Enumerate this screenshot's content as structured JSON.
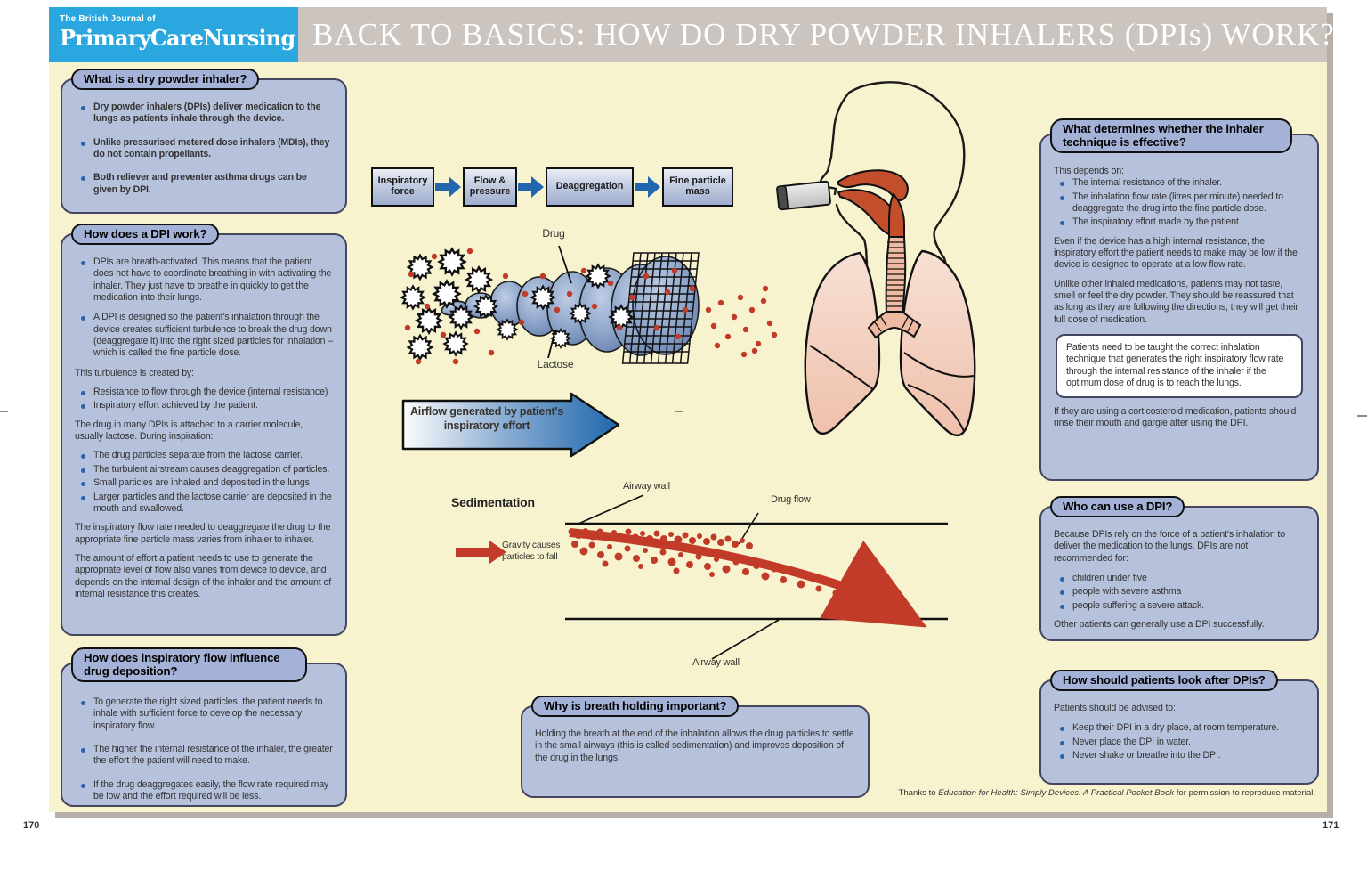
{
  "header": {
    "journal_small": "The British Journal of",
    "journal_name": "PrimaryCareNursing",
    "title": "BACK TO BASICS: HOW DO DRY POWDER INHALERS (DPIs) WORK?"
  },
  "boxes": {
    "what_is": {
      "title": "What is a dry powder inhaler?",
      "b1": "Dry powder inhalers (DPIs) deliver medication to the lungs as patients inhale through the device.",
      "b2": "Unlike pressurised metered dose inhalers (MDIs), they do not contain propellants.",
      "b3": "Both reliever and preventer asthma drugs can be given by DPI."
    },
    "how_works": {
      "title": "How does a DPI work?",
      "b1": "DPIs are breath-activated. This means that the patient does not have to coordinate breathing in with activating the inhaler. They just have to breathe in quickly to get the medication into their lungs.",
      "b2": "A DPI is designed so the patient's inhalation through the device creates sufficient turbulence to break the drug down (deaggregate it) into the right sized particles for inhalation – which is called the fine particle dose.",
      "p1": "This turbulence is created by:",
      "b3": "Resistance to flow through the device (internal resistance)",
      "b4": "Inspiratory effort achieved by the patient.",
      "p2": "The drug in many DPIs is attached to a carrier molecule, usually lactose. During inspiration:",
      "b5": "The drug particles separate from the lactose carrier.",
      "b6": "The turbulent airstream causes deaggregation of particles.",
      "b7": "Small particles are inhaled and deposited in the lungs",
      "b8": "Larger particles and the lactose carrier are deposited in the mouth and swallowed.",
      "p3": "The inspiratory flow rate needed to deaggregate the drug to the appropriate fine particle mass varies from inhaler to inhaler.",
      "p4": "The amount of effort a patient needs to use to generate the appropriate level of flow also varies from device to device, and depends on the internal design of the inhaler and the amount of internal resistance this creates."
    },
    "insp_flow": {
      "title": "How does inspiratory flow influence drug deposition?",
      "b1": "To generate the right sized particles, the patient needs to inhale with sufficient force to develop the necessary inspiratory flow.",
      "b2": "The higher the internal resistance of the inhaler, the greater the effort the patient will need to make.",
      "b3": "If the drug deaggregates easily, the flow rate required may be low and the effort required will be less."
    },
    "technique": {
      "title": "What determines whether the inhaler technique is effective?",
      "p1": "This depends on:",
      "b1": "The internal resistance of the inhaler.",
      "b2": "The inhalation flow rate (litres per minute) needed to deaggregate the drug into the fine particle dose.",
      "b3": "The inspiratory effort made by the patient.",
      "p2": "Even if the device has a high internal resistance, the inspiratory effort the patient needs to make may be low if the device is designed to operate at a low flow rate.",
      "p3": "Unlike other inhaled medications, patients may not taste, smell or feel the dry powder. They should be reassured that as long as they are following the directions, they will get their full dose of medication.",
      "callout": "Patients need to be taught the correct inhalation technique that generates the right inspiratory flow rate through the internal resistance of the inhaler if the optimum dose of drug is to reach the lungs.",
      "p4": "If they are using a corticosteroid medication, patients should rinse their mouth and gargle after using the DPI."
    },
    "who_can": {
      "title": "Who can use a DPI?",
      "p1": "Because DPIs rely on the force of a patient's inhalation to deliver the medication to the lungs, DPIs are not recommended for:",
      "b1": "children under five",
      "b2": "people with severe asthma",
      "b3": "people suffering a severe attack.",
      "p2": "Other patients can generally use a DPI successfully."
    },
    "look_after": {
      "title": "How should patients look after DPIs?",
      "p1": "Patients should be advised to:",
      "b1": "Keep their DPI in a dry place, at room temperature.",
      "b2": "Never place the DPI in water.",
      "b3": "Never shake or breathe into the DPI."
    },
    "breath": {
      "title": "Why is breath holding important?",
      "p1": "Holding the breath at the end of the inhalation allows the drug particles to settle in the small airways (this is called sedimentation) and improves deposition of the drug in the lungs."
    }
  },
  "flow_diagram": {
    "step1": "Inspiratory force",
    "step2": "Flow & pressure",
    "step3": "Deaggregation",
    "step4": "Fine particle mass"
  },
  "particle_diagram": {
    "drug_label": "Drug",
    "lactose_label": "Lactose"
  },
  "airflow_arrow": {
    "label": "Airflow generated by patient's inspiratory effort"
  },
  "sedimentation": {
    "title": "Sedimentation",
    "airway_wall_top": "Airway wall",
    "airway_wall_bottom": "Airway wall",
    "drug_flow": "Drug flow",
    "gravity_legend": "Gravity causes particles to fall"
  },
  "footer": {
    "thanks_prefix": "Thanks to ",
    "thanks_italic": "Education for Health: Simply Devices. A Practical Pocket Book",
    "thanks_suffix": " for permission to reproduce material.",
    "page_left": "170",
    "page_right": "171"
  },
  "colors": {
    "brand_blue": "#2AA7DF",
    "header_gray": "#CCC4BE",
    "page_cream": "#F8F3CF",
    "panel_fill": "#B6C1DB",
    "panel_border": "#44455F",
    "bullet_blue": "#2763AE",
    "arrow_blue": "#2166AE",
    "particle_red": "#C23A28"
  }
}
